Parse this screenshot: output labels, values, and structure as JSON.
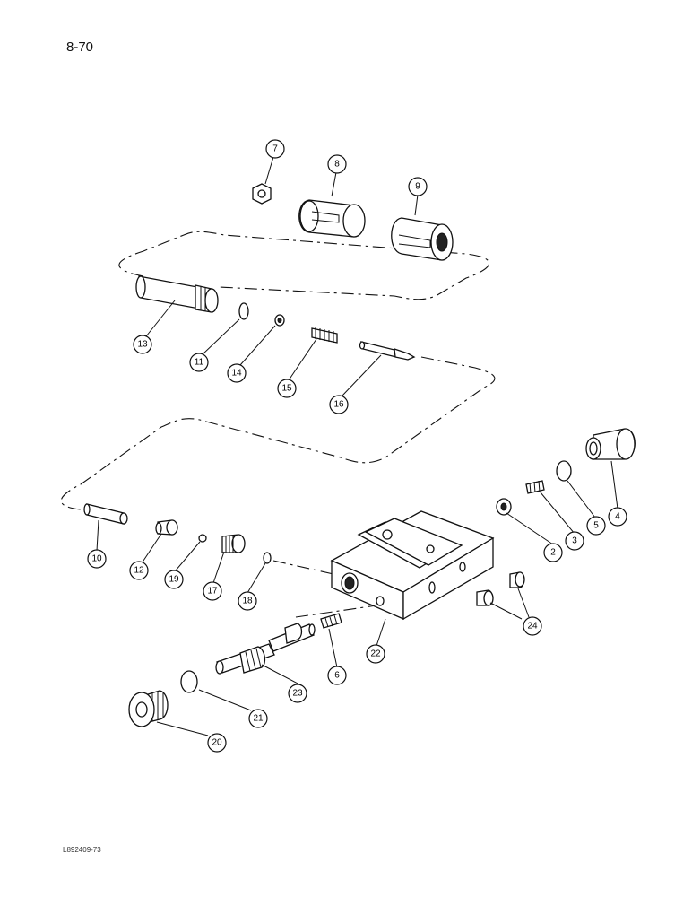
{
  "page": {
    "number": "8-70",
    "figure_code": "L892409-73"
  },
  "callouts": {
    "c1": "2",
    "c2": "3",
    "c3": "4",
    "c4": "5",
    "c5": "6",
    "c6": "7",
    "c7": "8",
    "c8": "9",
    "c9": "10",
    "c10": "11",
    "c11": "12",
    "c12": "13",
    "c13": "14",
    "c14": "15",
    "c15": "16",
    "c16": "17",
    "c17": "18",
    "c18": "19",
    "c19": "20",
    "c20": "21",
    "c21": "22",
    "c22": "23",
    "c23": "24"
  }
}
